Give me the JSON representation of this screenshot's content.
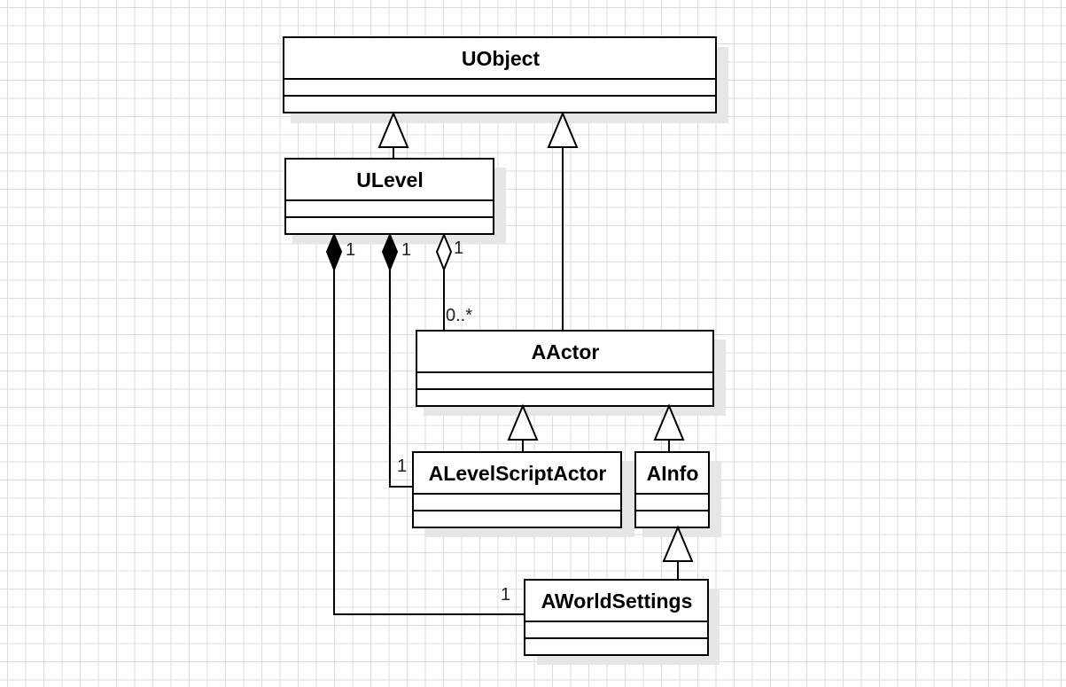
{
  "diagram": {
    "classes": {
      "uobject": "UObject",
      "ulevel": "ULevel",
      "aactor": "AActor",
      "alevelscriptactor": "ALevelScriptActor",
      "ainfo": "AInfo",
      "aworldsettings": "AWorldSettings"
    },
    "multiplicities": {
      "ulevel_comp_worldsettings": "1",
      "ulevel_comp_levelscript": "1",
      "ulevel_aggr_actors": "1",
      "actors_many": "0..*",
      "levelscript_end": "1",
      "worldsettings_end": "1"
    },
    "relationships": [
      "AActor inherits UObject",
      "ULevel inherits UObject",
      "ALevelScriptActor inherits AActor",
      "AInfo inherits AActor",
      "AWorldSettings inherits AInfo",
      "ULevel composition 1 to 1 AWorldSettings",
      "ULevel composition 1 to 1 ALevelScriptActor",
      "ULevel aggregation 1 to 0..* AActor"
    ]
  }
}
